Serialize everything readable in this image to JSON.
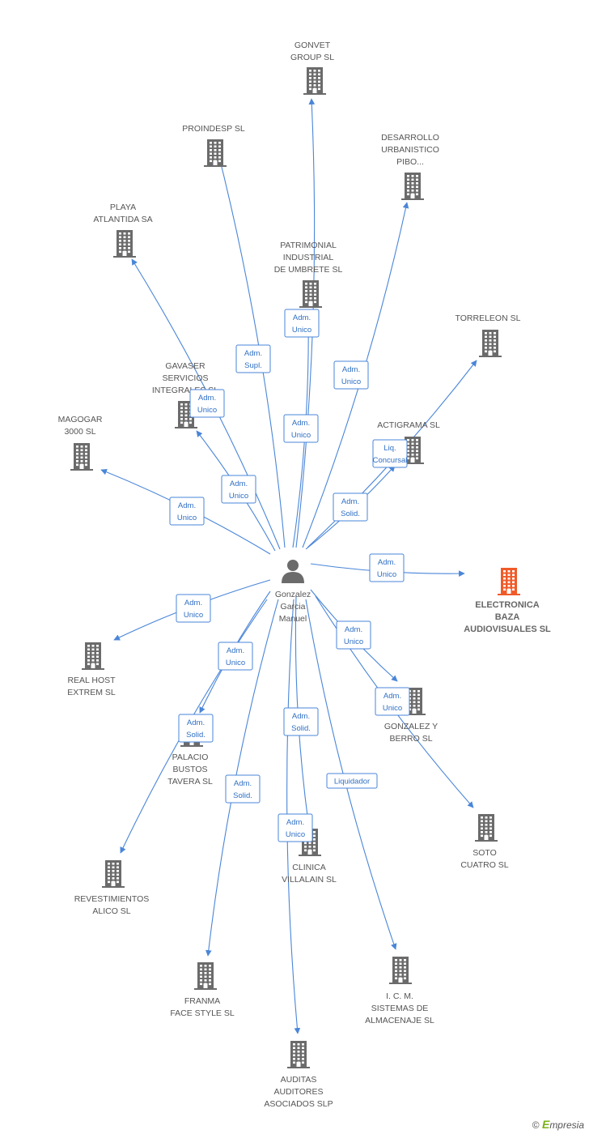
{
  "center": {
    "lines": [
      "Gonzalez",
      "Garcia",
      "Manuel"
    ]
  },
  "companies": [
    {
      "id": "gonvet",
      "lines": [
        "GONVET",
        "GROUP SL"
      ]
    },
    {
      "id": "proindesp",
      "lines": [
        "PROINDESP  SL"
      ]
    },
    {
      "id": "desarrollo",
      "lines": [
        "DESARROLLO",
        "URBANISTICO",
        "PIBO..."
      ]
    },
    {
      "id": "playa",
      "lines": [
        "PLAYA",
        "ATLANTIDA SA"
      ]
    },
    {
      "id": "patrimonial",
      "lines": [
        "PATRIMONIAL",
        "INDUSTRIAL",
        "DE UMBRETE  SL"
      ]
    },
    {
      "id": "torreleon",
      "lines": [
        "TORRELEON SL"
      ]
    },
    {
      "id": "gavaser",
      "lines": [
        "GAVASER",
        "SERVICIOS",
        "INTEGRALES SL"
      ]
    },
    {
      "id": "actigrama",
      "lines": [
        "ACTIGRAMA SL"
      ]
    },
    {
      "id": "magogar",
      "lines": [
        "MAGOGAR",
        "3000 SL"
      ]
    },
    {
      "id": "electronica",
      "lines": [
        "ELECTRONICA",
        "BAZA",
        "AUDIOVISUALES SL"
      ],
      "highlight": true
    },
    {
      "id": "realhost",
      "lines": [
        "REAL HOST",
        "EXTREM SL"
      ]
    },
    {
      "id": "gonzalezberro",
      "lines": [
        "GONZALEZ Y",
        "BERRO SL"
      ]
    },
    {
      "id": "palacio",
      "lines": [
        "PALACIO",
        "BUSTOS",
        "TAVERA  SL"
      ]
    },
    {
      "id": "soto",
      "lines": [
        "SOTO",
        "CUATRO  SL"
      ]
    },
    {
      "id": "clinica",
      "lines": [
        "CLINICA",
        "VILLALAIN  SL"
      ]
    },
    {
      "id": "revestimientos",
      "lines": [
        "REVESTIMIENTOS",
        "ALICO SL"
      ]
    },
    {
      "id": "franma",
      "lines": [
        "FRANMA",
        "FACE STYLE SL"
      ]
    },
    {
      "id": "icm",
      "lines": [
        "I.  C. M.",
        "SISTEMAS DE",
        "ALMACENAJE SL"
      ]
    },
    {
      "id": "auditas",
      "lines": [
        "AUDITAS",
        "AUDITORES",
        "ASOCIADOS SLP"
      ]
    }
  ],
  "roles": [
    {
      "target": "gonvet",
      "lines": [
        "Adm.",
        "Unico"
      ]
    },
    {
      "target": "proindesp",
      "lines": [
        "Adm.",
        "Supl."
      ]
    },
    {
      "target": "desarrollo",
      "lines": [
        "Adm.",
        "Unico"
      ]
    },
    {
      "target": "playa",
      "lines": [
        "Adm.",
        "Unico"
      ]
    },
    {
      "target": "patrimonial",
      "lines": [
        "Adm.",
        "Unico"
      ]
    },
    {
      "target": "torreleon",
      "lines": [
        "Liq.",
        "Concursal"
      ]
    },
    {
      "target": "gavaser",
      "lines": [
        "Adm.",
        "Unico"
      ]
    },
    {
      "target": "actigrama",
      "lines": [
        "Adm.",
        "Solid."
      ]
    },
    {
      "target": "magogar",
      "lines": [
        "Adm.",
        "Unico"
      ]
    },
    {
      "target": "electronica",
      "lines": [
        "Adm.",
        "Unico"
      ]
    },
    {
      "target": "realhost",
      "lines": [
        "Adm.",
        "Unico"
      ]
    },
    {
      "target": "gonzalezberro",
      "lines": [
        "Adm.",
        "Unico"
      ]
    },
    {
      "target": "palacio",
      "lines": [
        "Adm.",
        "Unico"
      ]
    },
    {
      "target": "soto",
      "lines": [
        "Adm.",
        "Unico"
      ]
    },
    {
      "target": "clinica",
      "lines": [
        "Adm.",
        "Solid."
      ]
    },
    {
      "target": "revestimientos",
      "lines": [
        "Adm.",
        "Solid."
      ]
    },
    {
      "target": "franma",
      "lines": [
        "Adm.",
        "Solid."
      ]
    },
    {
      "target": "icm",
      "lines": [
        "Liquidador"
      ]
    },
    {
      "target": "auditas",
      "lines": [
        "Adm.",
        "Unico"
      ]
    }
  ],
  "colors": {
    "edge": "#4a86d8",
    "building": "#6b6b6b",
    "highlight": "#f05a28",
    "person": "#6b6b6b"
  },
  "icons": {
    "company": "building-icon",
    "person": "person-icon"
  },
  "footer": {
    "copyright": "©",
    "brand_first": "E",
    "brand_rest": "mpresia"
  }
}
